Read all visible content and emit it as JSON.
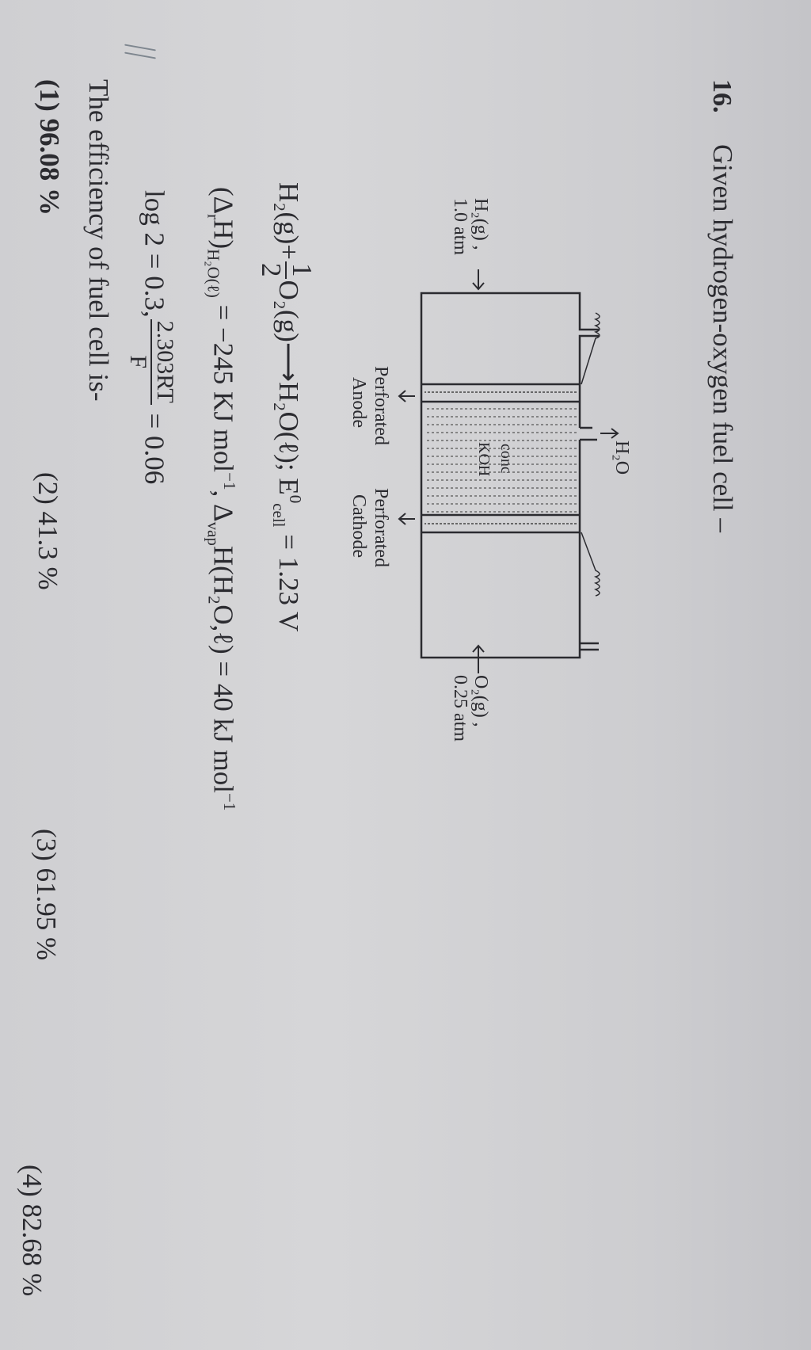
{
  "question": {
    "number": "16.",
    "title": "Given hydrogen-oxygen fuel cell –",
    "diagram": {
      "h2_label": "H₂(g) ,",
      "h2_pressure": "1.0 atm",
      "o2_label": "O₂(g) ,",
      "o2_pressure": "0.25 atm",
      "water_label": "H₂O",
      "electrolyte_line1": "conc",
      "electrolyte_line2": "KOH",
      "anode_line1": "Perforated",
      "anode_line2": "Anode",
      "cathode_line1": "Perforated",
      "cathode_line2": "Cathode"
    },
    "reaction": {
      "lhs": "H₂(g)+",
      "frac_num": "1",
      "frac_den": "2",
      "rhs": "O₂(g)⟶H₂O(ℓ); E",
      "e_sup": "0",
      "e_sub": "cell",
      "value": " = 1.23 V"
    },
    "enthalpy": {
      "open": "(Δ",
      "r_sub": "r",
      "close": "H)",
      "species_sub": "H₂O(ℓ)",
      "value": " = −245 KJ mol",
      "exp1": "−1",
      "comma": ", Δ",
      "vap_sub": "vap",
      "vap_value": "H(H₂O,ℓ) = 40 kJ mol",
      "exp2": "−1"
    },
    "log": {
      "text": "log 2 = 0.3,",
      "frac_num": "2.303RT",
      "frac_den": "F",
      "value": " = 0.06"
    },
    "prompt": "The efficiency of fuel cell is-",
    "options": [
      "(1) 96.08 %",
      "(2) 41.3 %",
      "(3) 61.95 %",
      "(4) 82.68 %"
    ]
  }
}
